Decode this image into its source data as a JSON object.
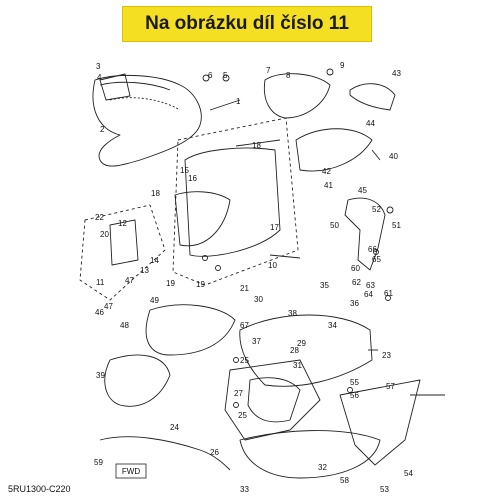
{
  "banner": {
    "text": "Na obrázku díl číslo 11"
  },
  "diagram": {
    "code": "5RU1300-C220",
    "callouts": [
      "1",
      "2",
      "3",
      "4",
      "5",
      "6",
      "7",
      "8",
      "9",
      "10",
      "11",
      "12",
      "13",
      "14",
      "15",
      "16",
      "17",
      "18",
      "19",
      "20",
      "21",
      "22",
      "23",
      "24",
      "25",
      "26",
      "27",
      "28",
      "29",
      "30",
      "31",
      "32",
      "33",
      "34",
      "35",
      "36",
      "37",
      "38",
      "39",
      "40",
      "41",
      "42",
      "43",
      "44",
      "45",
      "46",
      "47",
      "48",
      "49",
      "50",
      "51",
      "52",
      "53",
      "54",
      "55",
      "56",
      "57",
      "58",
      "59",
      "60",
      "61",
      "62",
      "63",
      "64",
      "65",
      "66",
      "67"
    ],
    "fwd_label": "FWD",
    "colors": {
      "banner": "#f5df22",
      "line": "#222222"
    }
  }
}
